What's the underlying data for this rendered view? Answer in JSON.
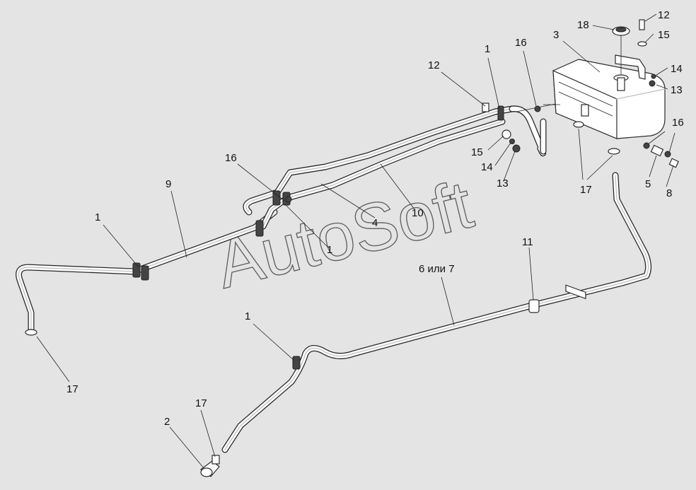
{
  "watermark": "AutoSoft",
  "labels": {
    "l1a": "1",
    "l1b": "1",
    "l1c": "1",
    "l1d": "1",
    "l2": "2",
    "l3": "3",
    "l4": "4",
    "l5": "5",
    "l6": "6 или 7",
    "l8": "8",
    "l9": "9",
    "l10": "10",
    "l11": "11",
    "l12a": "12",
    "l12b": "12",
    "l13a": "13",
    "l13b": "13",
    "l14a": "14",
    "l14b": "14",
    "l15a": "15",
    "l15b": "15",
    "l16a": "16",
    "l16b": "16",
    "l16c": "16",
    "l17a": "17",
    "l17b": "17",
    "l17c": "17",
    "l18": "18"
  }
}
